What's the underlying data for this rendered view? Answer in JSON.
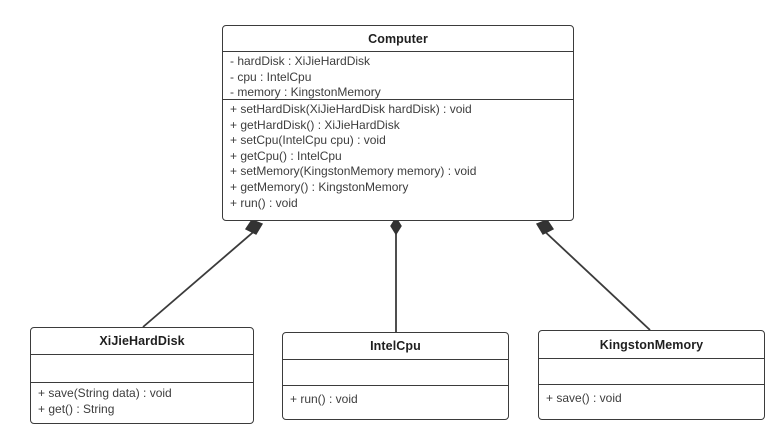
{
  "diagram": {
    "type": "uml-class-diagram",
    "background": "#ffffff",
    "line_color": "#3b3b3b",
    "text_color": "#3d3d3d",
    "title_color": "#1f1f1f"
  },
  "classes": {
    "computer": {
      "name": "Computer",
      "attributes": [
        "- hardDisk : XiJieHardDisk",
        "- cpu : IntelCpu",
        "- memory : KingstonMemory"
      ],
      "operations": [
        "+ setHardDisk(XiJieHardDisk hardDisk) : void",
        "+ getHardDisk() : XiJieHardDisk",
        "+ setCpu(IntelCpu cpu) : void",
        "+ getCpu() : IntelCpu",
        "+ setMemory(KingstonMemory memory) : void",
        "+ getMemory() : KingstonMemory",
        "+ run() : void"
      ]
    },
    "harddisk": {
      "name": "XiJieHardDisk",
      "attributes": [],
      "operations": [
        "+ save(String data) : void",
        "+ get() : String"
      ]
    },
    "intelcpu": {
      "name": "IntelCpu",
      "attributes": [],
      "operations": [
        "+ run() : void"
      ]
    },
    "kingston": {
      "name": "KingstonMemory",
      "attributes": [],
      "operations": [
        "+ save() : void"
      ]
    }
  },
  "relationships": [
    {
      "kind": "composition",
      "from": "Computer",
      "to": "XiJieHardDisk",
      "diamond_end": "Computer"
    },
    {
      "kind": "composition",
      "from": "Computer",
      "to": "IntelCpu",
      "diamond_end": "Computer"
    },
    {
      "kind": "composition",
      "from": "Computer",
      "to": "KingstonMemory",
      "diamond_end": "Computer"
    }
  ]
}
